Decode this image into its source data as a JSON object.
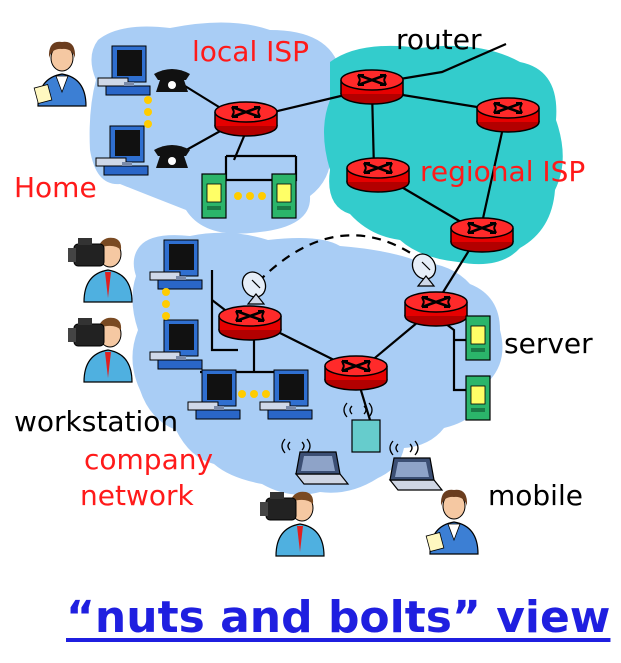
{
  "labels": {
    "local_isp": "local ISP",
    "router": "router",
    "regional_isp": "regional ISP",
    "home": "Home",
    "server": "server",
    "workstation": "workstation",
    "company_line1": "company",
    "company_line2": "network",
    "mobile": "mobile"
  },
  "title": "“nuts and bolts” view",
  "colors": {
    "home_cloud": "#a9cdf5",
    "company_cloud": "#a9cdf5",
    "regional_cloud": "#33cccc",
    "router_fill": "#ff1a1a",
    "label_red": "#ff1a1a",
    "title_blue": "#1f1fe0",
    "dots": "#ffcc00"
  }
}
